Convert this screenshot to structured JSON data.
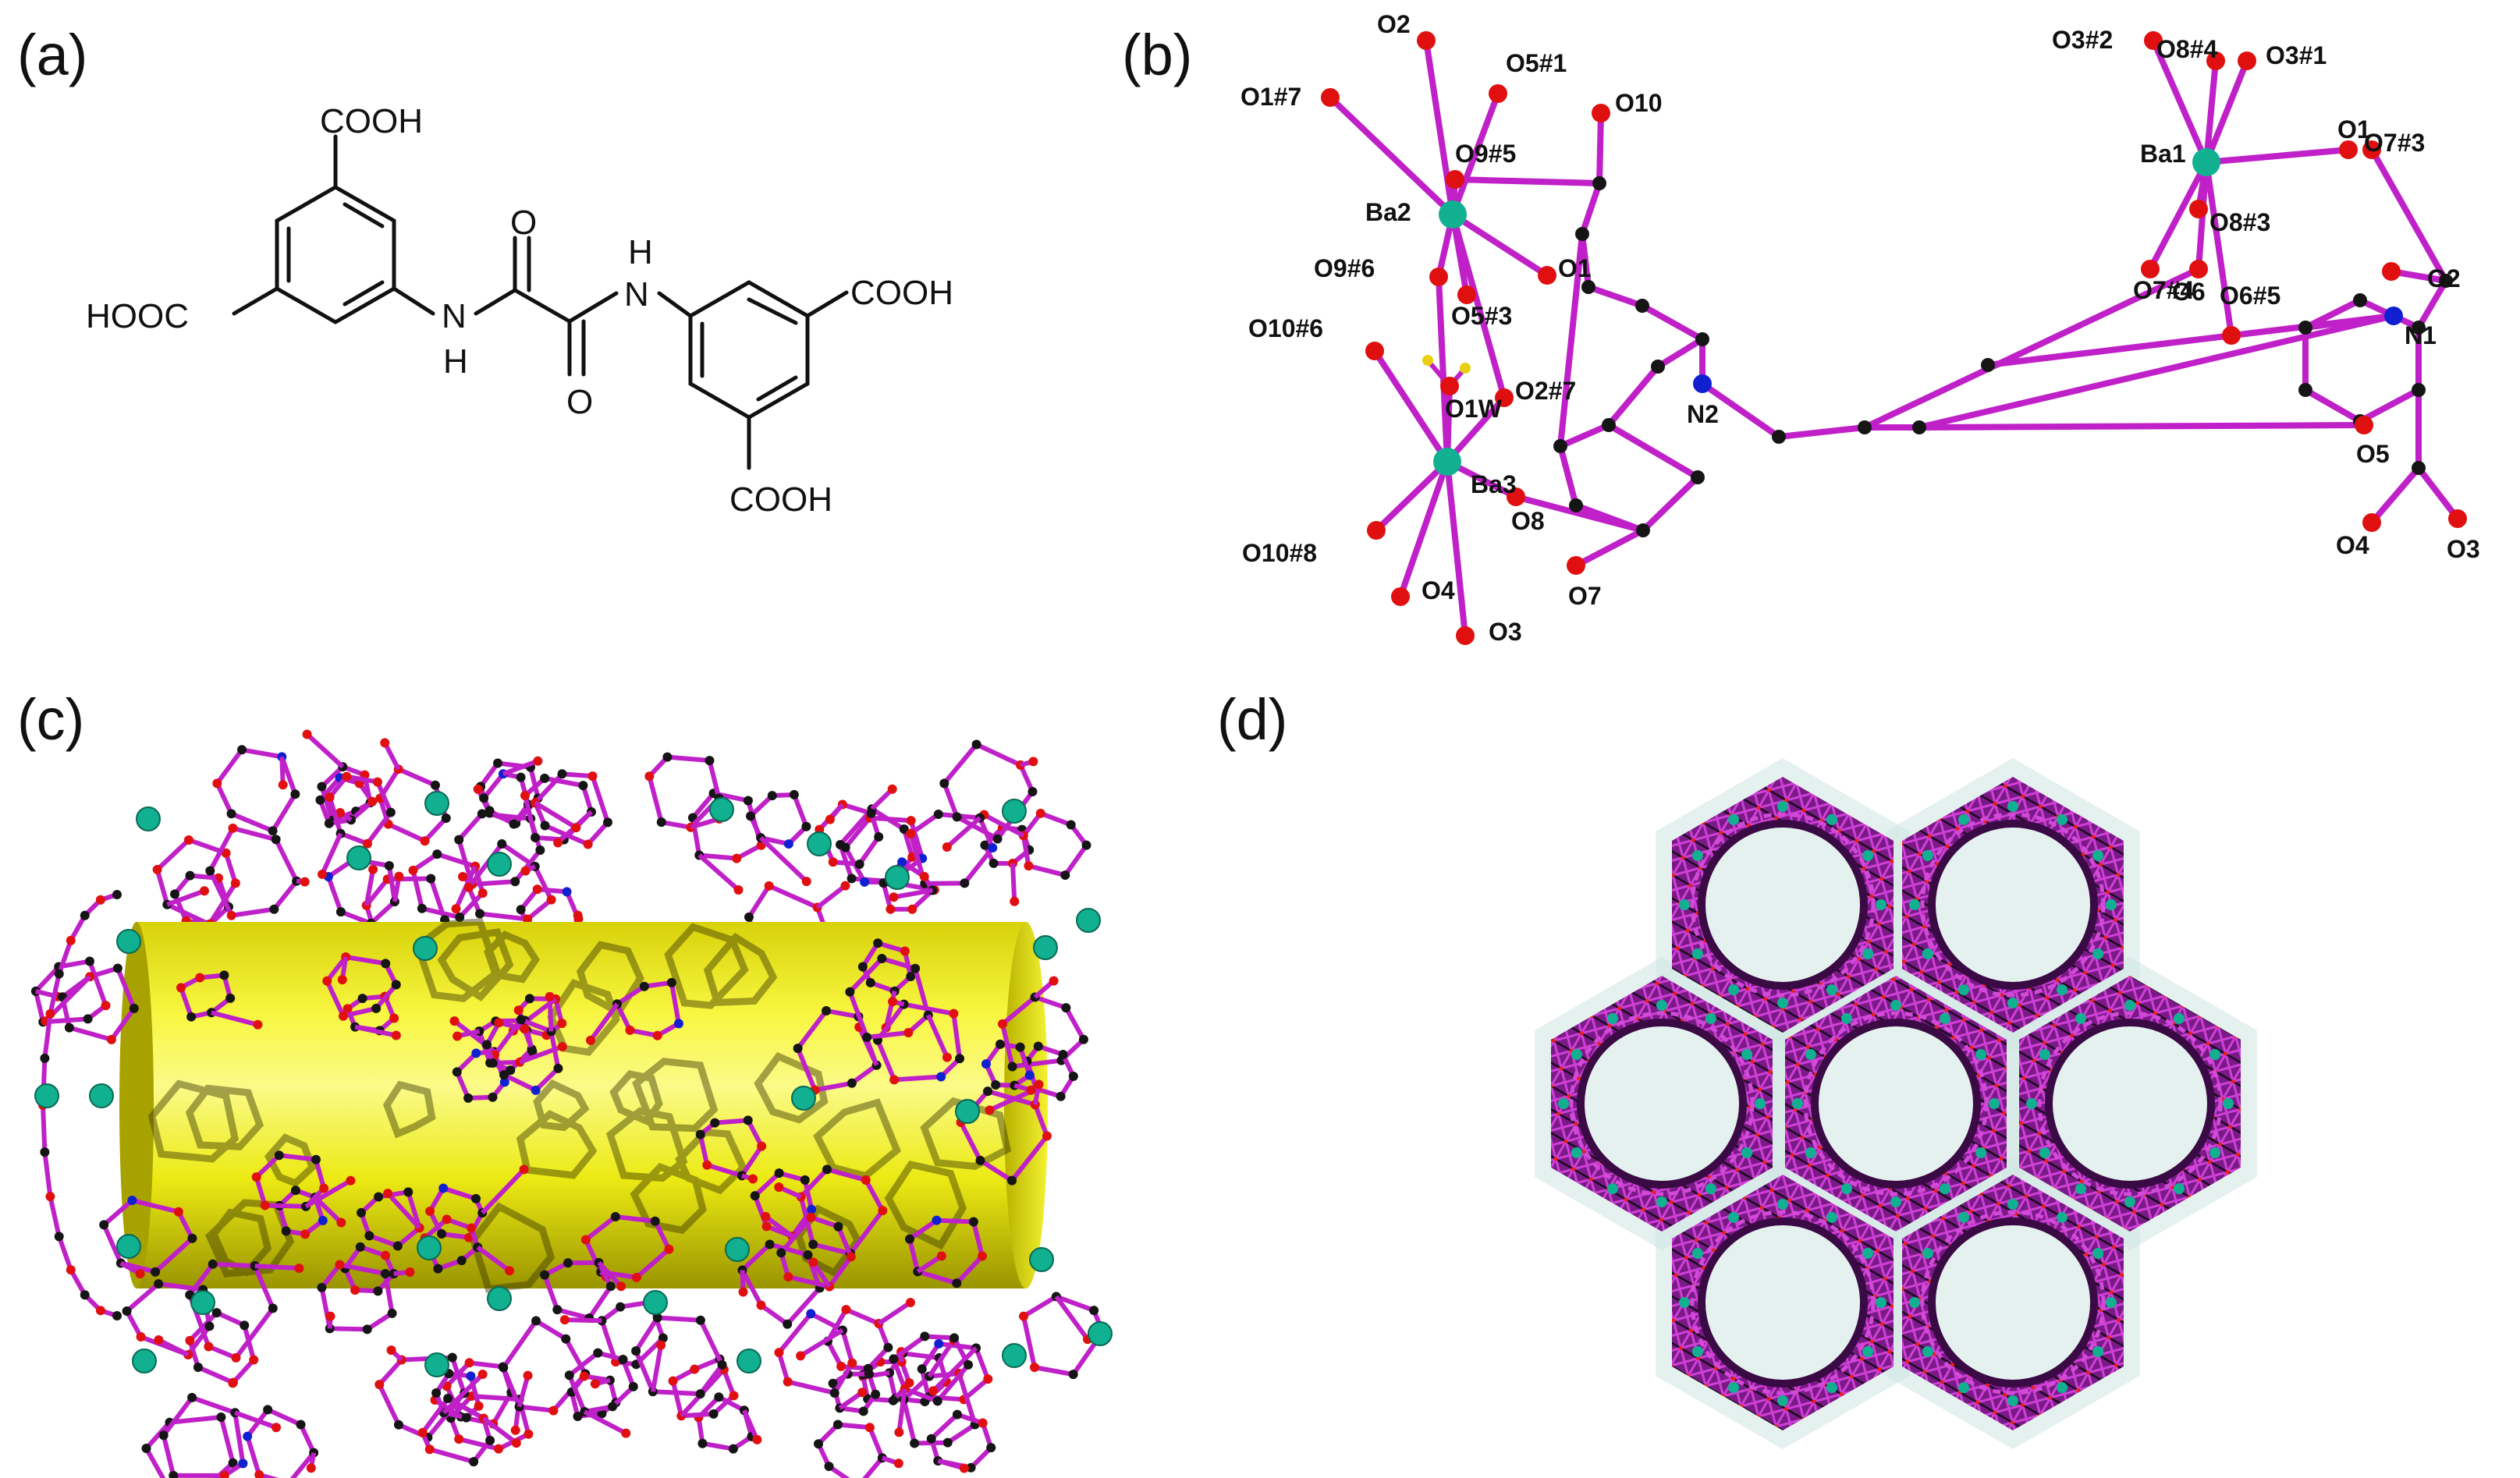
{
  "panels": {
    "a": {
      "letter": "(a)",
      "groups": {
        "cooh_top": "COOH",
        "hooc_left": "HOOC",
        "cooh_right": "COOH",
        "cooh_bottom": "COOH",
        "nh_left": "N",
        "h_left": "H",
        "nh_right": "N",
        "h_right": "H",
        "o_top": "O",
        "o_bottom": "O"
      }
    },
    "b": {
      "letter": "(b)",
      "atoms": [
        {
          "id": "O2",
          "label": "O2",
          "el": "O"
        },
        {
          "id": "O5_1",
          "label": "O5#1",
          "el": "O"
        },
        {
          "id": "O1_7",
          "label": "O1#7",
          "el": "O"
        },
        {
          "id": "O9_5",
          "label": "O9#5",
          "el": "O"
        },
        {
          "id": "O10",
          "label": "O10",
          "el": "O"
        },
        {
          "id": "Ba2",
          "label": "Ba2",
          "el": "Ba"
        },
        {
          "id": "O9_6",
          "label": "O9#6",
          "el": "O"
        },
        {
          "id": "O5_3",
          "label": "O5#3",
          "el": "O"
        },
        {
          "id": "O1b",
          "label": "O1",
          "el": "O"
        },
        {
          "id": "O10_6",
          "label": "O10#6",
          "el": "O"
        },
        {
          "id": "O1W",
          "label": "O1W",
          "el": "O"
        },
        {
          "id": "O2_7",
          "label": "O2#7",
          "el": "O"
        },
        {
          "id": "Ba3",
          "label": "Ba3",
          "el": "Ba"
        },
        {
          "id": "O8",
          "label": "O8",
          "el": "O"
        },
        {
          "id": "O10_8",
          "label": "O10#8",
          "el": "O"
        },
        {
          "id": "O4b",
          "label": "O4",
          "el": "O"
        },
        {
          "id": "O3b",
          "label": "O3",
          "el": "O"
        },
        {
          "id": "O7",
          "label": "O7",
          "el": "O"
        },
        {
          "id": "N2",
          "label": "N2",
          "el": "N"
        },
        {
          "id": "O3_2",
          "label": "O3#2",
          "el": "O"
        },
        {
          "id": "O8_4",
          "label": "O8#4",
          "el": "O"
        },
        {
          "id": "O3_1",
          "label": "O3#1",
          "el": "O"
        },
        {
          "id": "Ba1",
          "label": "Ba1",
          "el": "Ba"
        },
        {
          "id": "O7_3",
          "label": "O7#3",
          "el": "O"
        },
        {
          "id": "O8_3",
          "label": "O8#3",
          "el": "O"
        },
        {
          "id": "O7_4",
          "label": "O7#4",
          "el": "O"
        },
        {
          "id": "O6",
          "label": "O6",
          "el": "O"
        },
        {
          "id": "O6_5",
          "label": "O6#5",
          "el": "O"
        },
        {
          "id": "N1",
          "label": "N1",
          "el": "N"
        },
        {
          "id": "O5",
          "label": "O5",
          "el": "O"
        },
        {
          "id": "O1r",
          "label": "O1",
          "el": "O"
        },
        {
          "id": "O2r",
          "label": "O2",
          "el": "O"
        },
        {
          "id": "O4r",
          "label": "O4",
          "el": "O"
        },
        {
          "id": "O3r",
          "label": "O3",
          "el": "O"
        }
      ]
    },
    "c": {
      "letter": "(c)"
    },
    "d": {
      "letter": "(d)"
    }
  },
  "colors": {
    "bond": "#c020c8",
    "oxygen": "#e01010",
    "nitrogen": "#1020d0",
    "barium": "#10b090",
    "carbon": "#151515",
    "hydrogen": "#e8d010",
    "cylinder": "#f0ee10"
  }
}
